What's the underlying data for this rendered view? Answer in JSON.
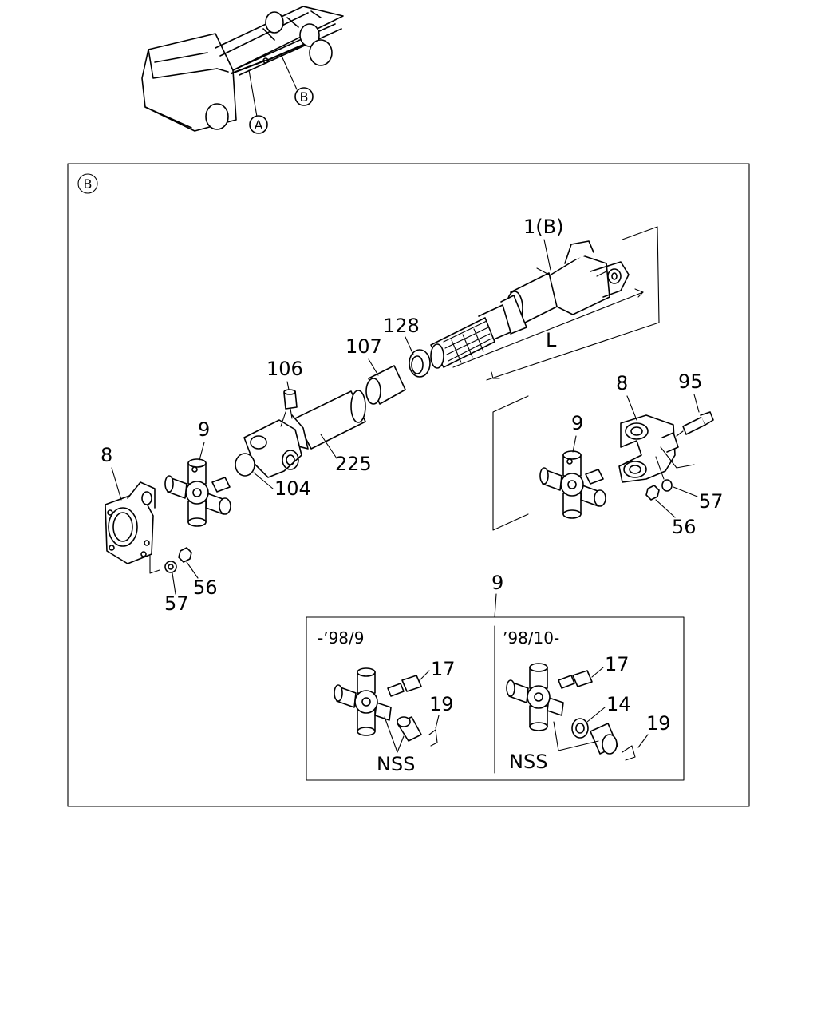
{
  "vehicle_callouts": {
    "a": "A",
    "b": "B"
  },
  "panel_label": "B",
  "parts": {
    "p1b": "1(B)",
    "dim_l": "L",
    "p128": "128",
    "p107": "107",
    "p106": "106",
    "p225": "225",
    "p104": "104",
    "p9_left": "9",
    "p8_left": "8",
    "p57_left": "57",
    "p56_left": "56",
    "p9_right": "9",
    "p8_right": "8",
    "p95": "95",
    "p57_right": "57",
    "p56_right": "56",
    "p9_detail": "9"
  },
  "detail": {
    "left_period": "-’98/9",
    "right_period": "’98/10-",
    "left_p17": "17",
    "left_p19": "19",
    "left_nss": "NSS",
    "right_p17": "17",
    "right_p14": "14",
    "right_p19": "19",
    "right_nss": "NSS"
  }
}
